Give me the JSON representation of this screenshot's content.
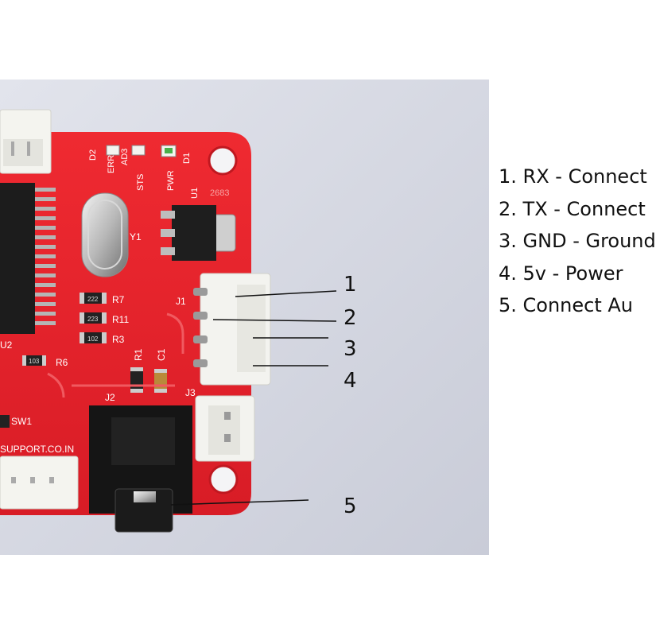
{
  "photo": {
    "board_labels": {
      "led_err": "ERR",
      "led_d2": "D2",
      "led_d3": "AD3",
      "led_sts": "STS",
      "led_pwr": "PWR",
      "led_d1": "D1",
      "regulator": "U1",
      "crystal": "Y1",
      "board_code": "2683",
      "r7": "R7",
      "r11": "R11",
      "r3": "R3",
      "r6": "R6",
      "r1": "R1",
      "c1": "C1",
      "j1": "J1",
      "j2": "J2",
      "j3": "J3",
      "u2": "U2",
      "sw1": "SW1",
      "silk_support": "SUPPORT.CO.IN",
      "chip_222": "222",
      "chip_223": "223",
      "chip_102": "102",
      "chip_103": "103"
    },
    "callouts": [
      "1",
      "2",
      "3",
      "4",
      "5"
    ]
  },
  "legend": {
    "items": [
      "1. RX - Connect",
      "2. TX - Connect",
      "3. GND - Ground",
      "4. 5v - Power",
      "5. Connect Au"
    ]
  },
  "colors": {
    "pcb_red": "#e8222c",
    "background_wall": "#d4d6e0",
    "connector_white": "#f2f2ee",
    "jack_black": "#141414"
  }
}
